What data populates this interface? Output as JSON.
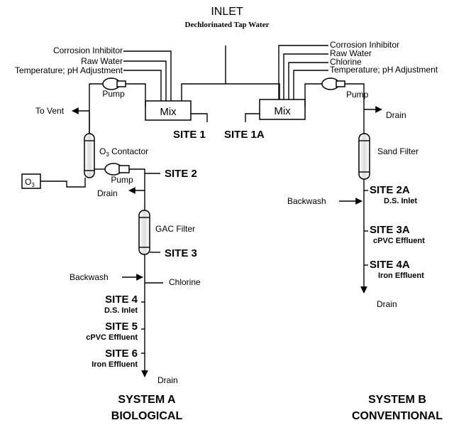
{
  "inlet": {
    "title": "INLET",
    "subtitle": "Dechlorinated Tap Water"
  },
  "system_a": {
    "name": "SYSTEM A",
    "type": "BIOLOGICAL",
    "inputs": [
      "Corrosion Inhibitor",
      "Raw Water",
      "Temperature; pH Adjustment"
    ],
    "mix": "Mix",
    "pump": "Pump",
    "pump2": "Pump",
    "vent": "To Vent",
    "contactor": "O",
    "contactor_sub": "3",
    "contactor_rest": " Contactor",
    "o3_box": "O",
    "o3_box_sub": "3",
    "drain_top": "Drain",
    "gac": "GAC Filter",
    "backwash": "Backwash",
    "chlorine": "Chlorine",
    "drain_bottom": "Drain",
    "sites": [
      {
        "name": "SITE 1",
        "sub": ""
      },
      {
        "name": "SITE 2",
        "sub": ""
      },
      {
        "name": "SITE 3",
        "sub": ""
      },
      {
        "name": "SITE 4",
        "sub": "D.S. Inlet"
      },
      {
        "name": "SITE 5",
        "sub": "cPVC Effluent"
      },
      {
        "name": "SITE 6",
        "sub": "Iron Effluent"
      }
    ]
  },
  "system_b": {
    "name": "SYSTEM B",
    "type": "CONVENTIONAL",
    "inputs": [
      "Corrosion Inhibitor",
      "Raw Water",
      "Chlorine",
      "Temperature; pH Adjustment"
    ],
    "mix": "Mix",
    "pump": "Pump",
    "drain_top": "Drain",
    "sand": "Sand Filter",
    "backwash": "Backwash",
    "drain_bottom": "Drain",
    "sites": [
      {
        "name": "SITE 1A",
        "sub": ""
      },
      {
        "name": "SITE 2A",
        "sub": "D.S. Inlet"
      },
      {
        "name": "SITE 3A",
        "sub": "cPVC Effluent"
      },
      {
        "name": "SITE 4A",
        "sub": "Iron Effluent"
      }
    ]
  }
}
